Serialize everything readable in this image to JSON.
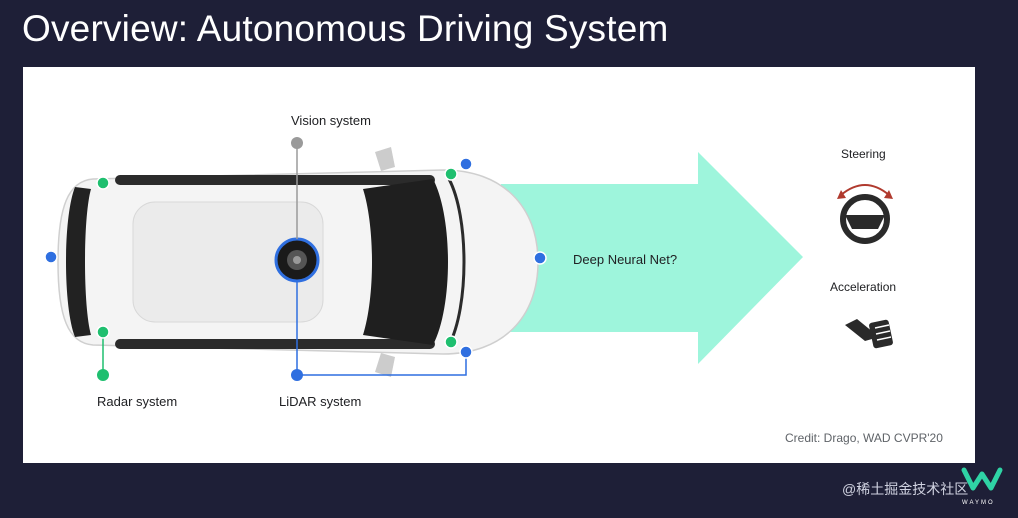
{
  "title": "Overview: Autonomous Driving System",
  "labels": {
    "vision": "Vision system",
    "radar": "Radar system",
    "lidar": "LiDAR system",
    "dnn": "Deep Neural Net?",
    "steering": "Steering",
    "acceleration": "Acceleration"
  },
  "credit": "Credit: Drago, WAD CVPR'20",
  "logo": {
    "brand": "WAYMO"
  },
  "watermark": "@稀土掘金技术社区",
  "colors": {
    "background": "#1e1f37",
    "arrow": "#9ef5dc",
    "radar_dot": "#1fbf6f",
    "lidar_dot": "#2f6fe0",
    "vision_dot": "#9a9a9a",
    "steering_arrow": "#b03a2e"
  },
  "icons": [
    "car-top-view-icon",
    "lidar-sensor-icon",
    "steering-wheel-icon",
    "pedal-icon",
    "waymo-logo-icon"
  ]
}
